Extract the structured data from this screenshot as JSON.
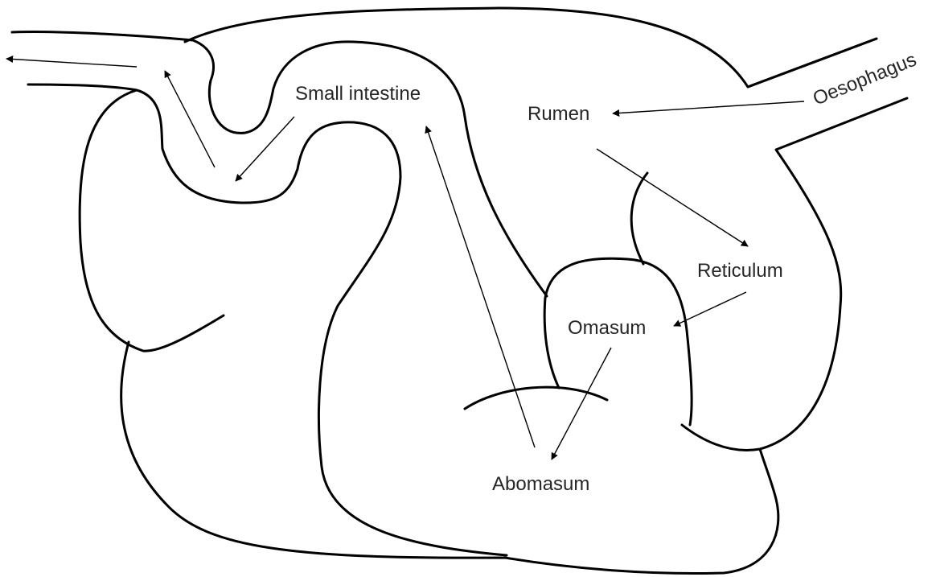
{
  "labels": {
    "small_intestine": "Small intestine",
    "rumen": "Rumen",
    "oesophagus": "Oesophagus",
    "reticulum": "Reticulum",
    "omasum": "Omasum",
    "abomasum": "Abomasum"
  },
  "colors": {
    "outline": "#000000",
    "text": "#262626",
    "background": "#ffffff"
  }
}
